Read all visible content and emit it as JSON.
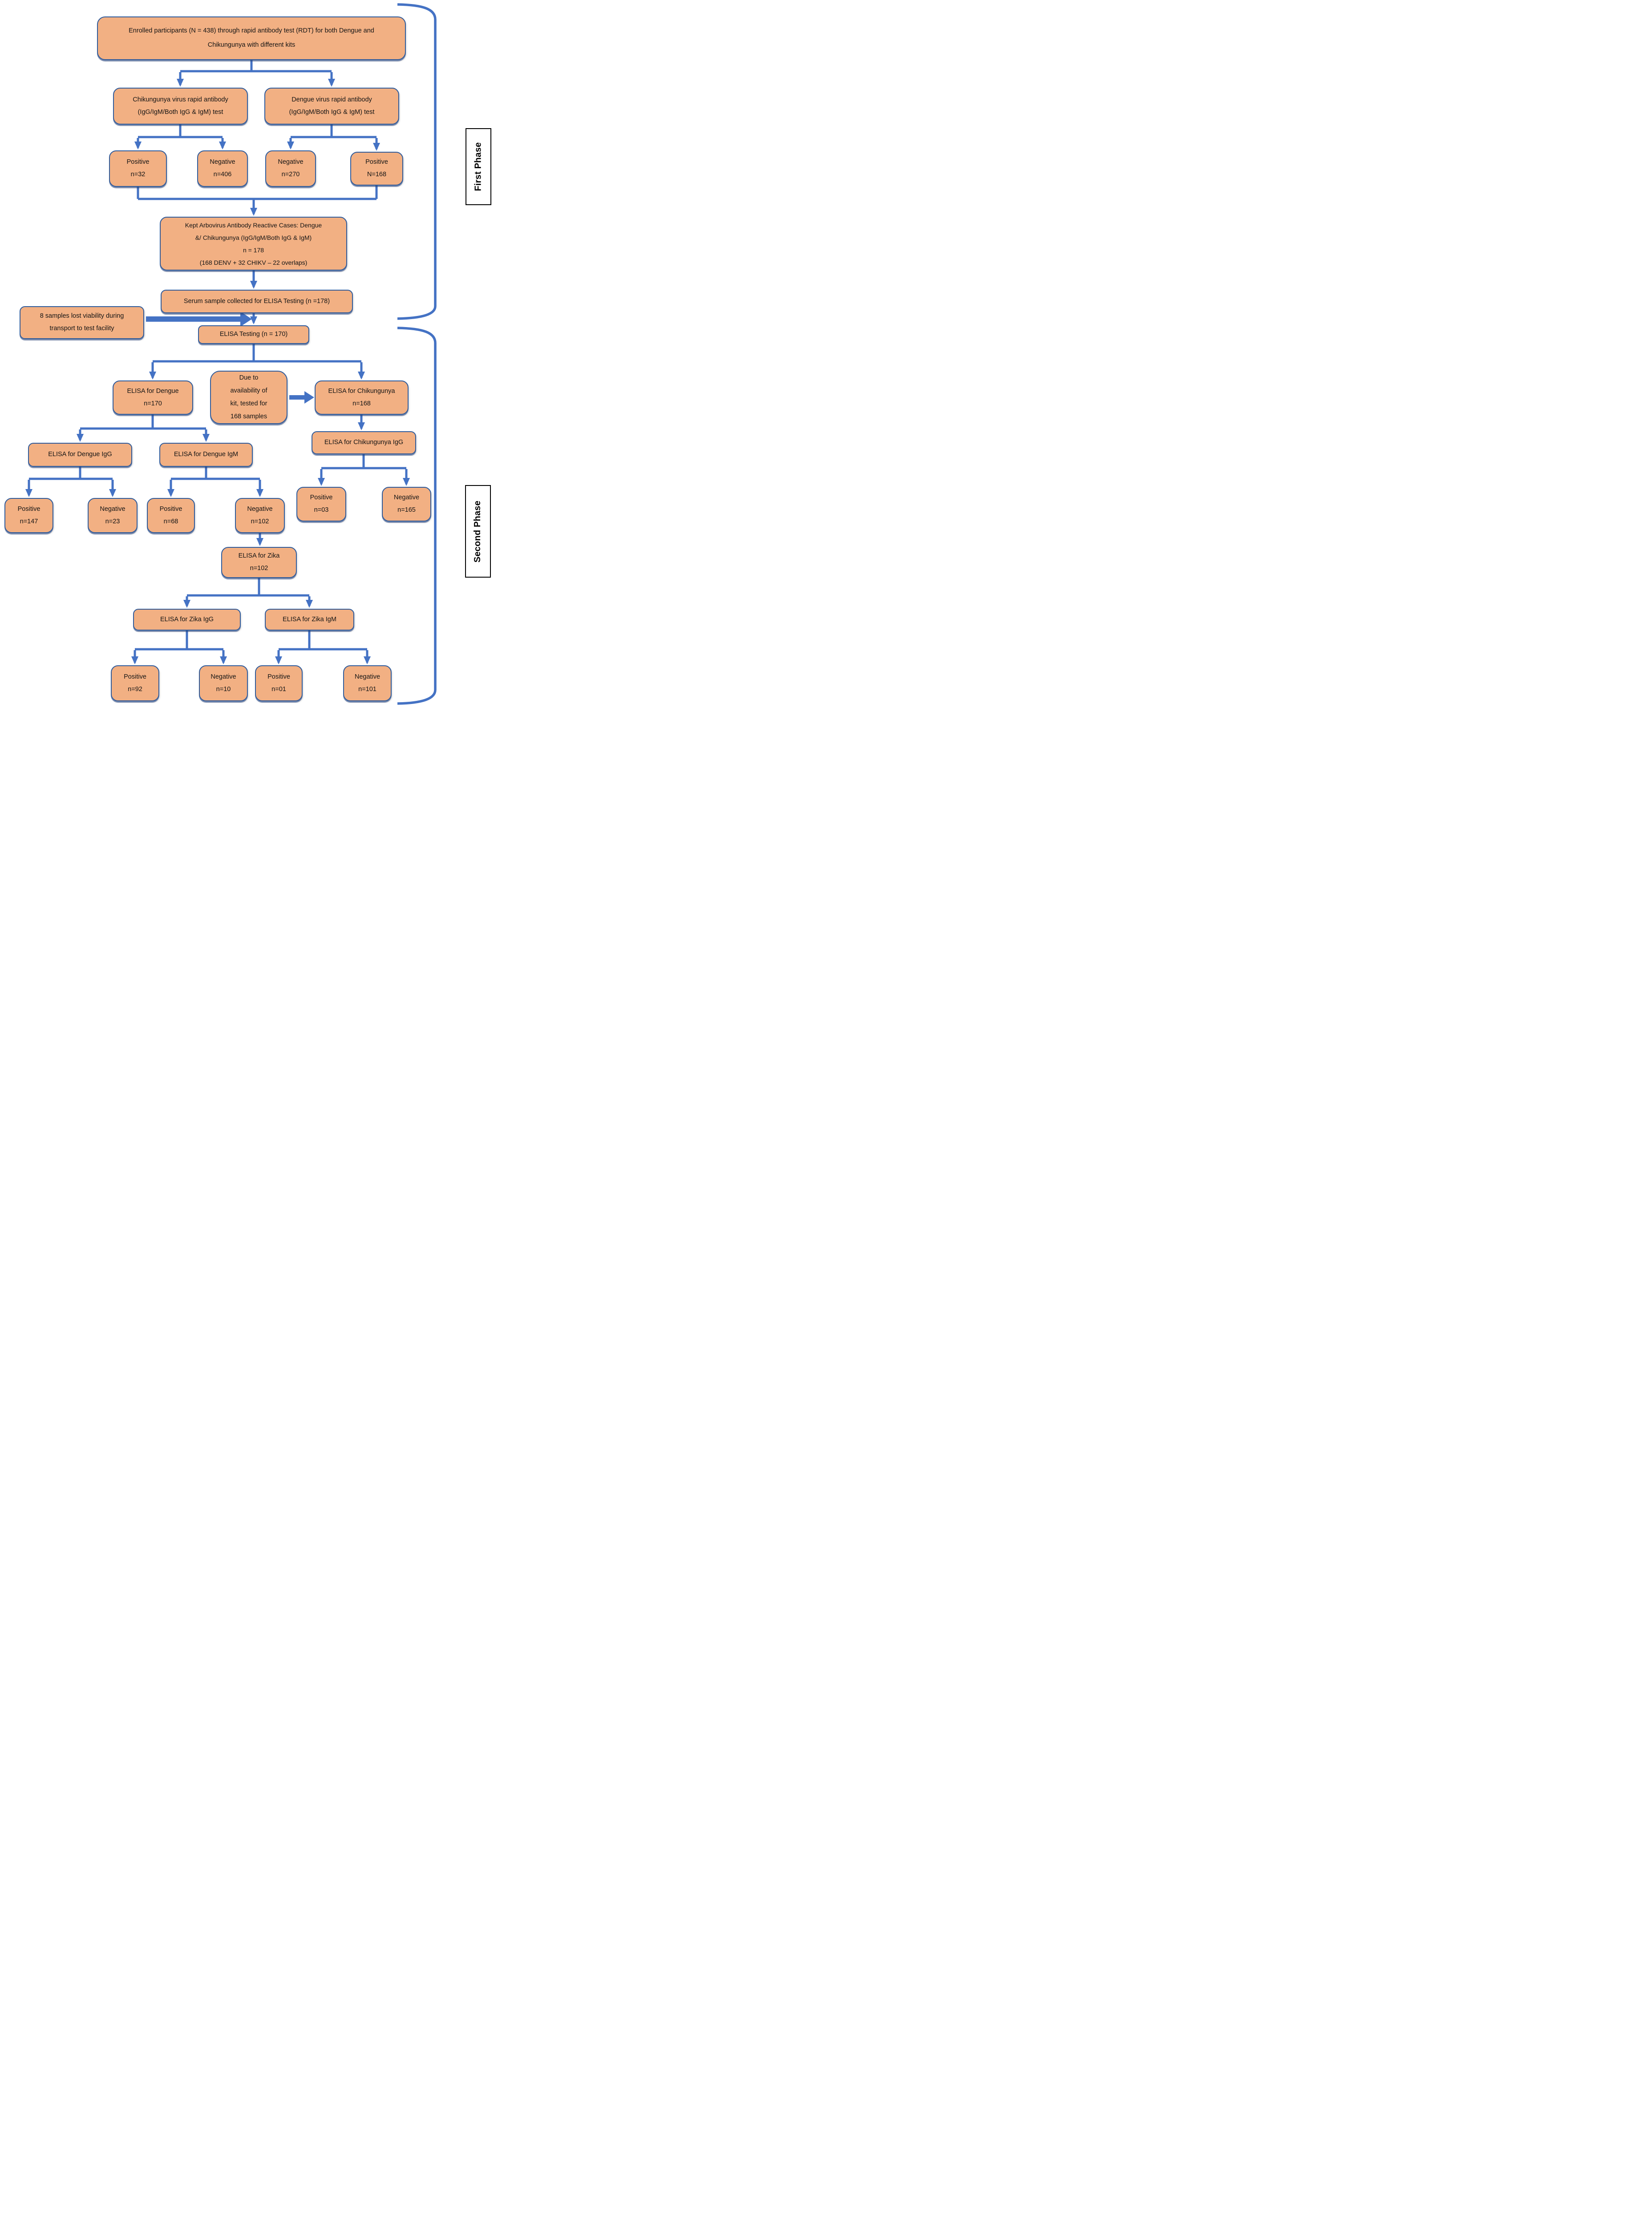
{
  "title": "Arbovirus RDT and ELISA testing flow diagram",
  "phases": {
    "first": "First Phase",
    "second": "Second Phase"
  },
  "nodes": {
    "enrolled": "Enrolled participants (N = 438) through rapid antibody test (RDT) for both Dengue and\nChikungunya with different kits",
    "chikv_rdt": "Chikungunya virus rapid antibody\n(IgG/IgM/Both IgG & IgM) test",
    "denv_rdt": "Dengue virus rapid antibody\n(IgG/IgM/Both IgG & IgM) test",
    "chikv_pos": "Positive\nn=32",
    "chikv_neg": "Negative\nn=406",
    "denv_neg": "Negative\nn=270",
    "denv_pos": "Positive\nN=168",
    "kept": "Kept Arbovirus Antibody Reactive Cases: Dengue\n&/ Chikungunya (IgG/IgM/Both IgG & IgM)\nn = 178\n(168 DENV + 32 CHIKV – 22 overlaps)",
    "serum": "Serum sample collected for ELISA Testing (n =178)",
    "lost": "8 samples lost viability during\ntransport to test facility",
    "elisa_testing": "ELISA Testing (n = 170)",
    "elisa_dengue": "ELISA for Dengue\nn=170",
    "due_to": "Due to\navailability of\nkit, tested for\n168 samples",
    "elisa_chikv": "ELISA for Chikungunya\nn=168",
    "elisa_dengue_igg": "ELISA for Dengue IgG",
    "elisa_dengue_igm": "ELISA for Dengue IgM",
    "elisa_chikv_igg": "ELISA for Chikungunya IgG",
    "denv_igg_pos": "Positive\nn=147",
    "denv_igg_neg": "Negative\nn=23",
    "denv_igm_pos": "Positive\nn=68",
    "denv_igm_neg": "Negative\nn=102",
    "chikv_igg_pos": "Positive\nn=03",
    "chikv_igg_neg": "Negative\nn=165",
    "elisa_zika": "ELISA for Zika\nn=102",
    "zika_igg": "ELISA for Zika IgG",
    "zika_igm": "ELISA for Zika IgM",
    "zika_igg_pos": "Positive\nn=92",
    "zika_igg_neg": "Negative\nn=10",
    "zika_igm_pos": "Positive\nn=01",
    "zika_igm_neg": "Negative\nn=101"
  },
  "colors": {
    "box_fill": "#F2B083",
    "box_border": "#2F5B9B",
    "connector": "#4472C4",
    "phase_border": "#000000",
    "text": "#141414"
  }
}
